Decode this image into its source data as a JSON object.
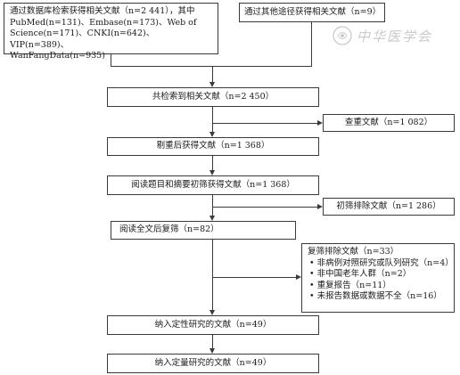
{
  "boxes": {
    "db_search": {
      "line1": "通过数据库检索获得相关文献（n=2 441），其中",
      "line2": "PubMed(n=131)、Embase(n=173)、Web of",
      "line3": "Science(n=171)、CNKI(n=642)、VIP(n=389)、",
      "line4": "WanFangData(n=935)"
    },
    "other_sources": "通过其他途径获得相关文献（n=9）",
    "total_retrieved": "共检索到相关文献（n=2 450）",
    "duplicates": "查重文献（n=1 082）",
    "after_dedup": "剔重后获得文献（n=1 368）",
    "title_abstract": "阅读题目和摘要初筛获得文献（n=1 368）",
    "initial_excluded": "初筛排除文献（n=1 286）",
    "fulltext_review": "阅读全文后复筛（n=82）",
    "recheck_excluded": {
      "title": "复筛排除文献（n=33）",
      "items": [
        "• 非病例对照研究或队列研究（n=4）",
        "• 非中国老年人群（n=2）",
        "• 重复报告（n=11）",
        "• 未报告数据或数据不全（n=16）"
      ]
    },
    "qualitative": "纳入定性研究的文献（n=49）",
    "quantitative": "纳入定量研究的文献（n=49）"
  },
  "watermark": {
    "icon": "journal-seal-icon",
    "text": "中华医学会"
  }
}
